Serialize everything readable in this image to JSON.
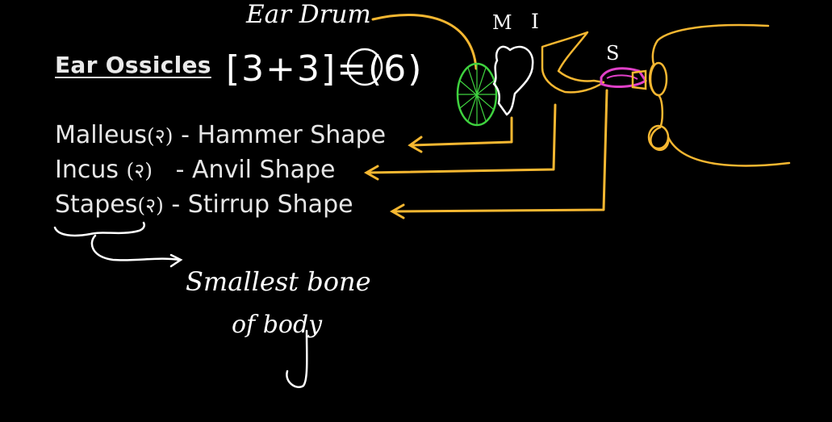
{
  "title": "Ear Ossicles",
  "count_formula": "[3+3]=(6)",
  "ossicles": [
    {
      "name": "Malleus",
      "count": "(२)",
      "shape": "- Hammer Shape"
    },
    {
      "name": "Incus",
      "count": "(२)",
      "shape": "- Anvil Shape"
    },
    {
      "name": "Stapes",
      "count": "(२)",
      "shape": "- Stirrup Shape"
    }
  ],
  "notes": {
    "ear_drum": "Ear Drum",
    "label_m": "M",
    "label_i": "I",
    "label_s": "S",
    "smallest_line1": "Smallest bone",
    "smallest_line2": "of body"
  },
  "colors": {
    "background": "#000000",
    "text": "#e6e6e6",
    "ink": "#ffffff",
    "arrows": "#f5b731",
    "ear_drum": "#3fd23f",
    "stapes": "#e040c8"
  }
}
